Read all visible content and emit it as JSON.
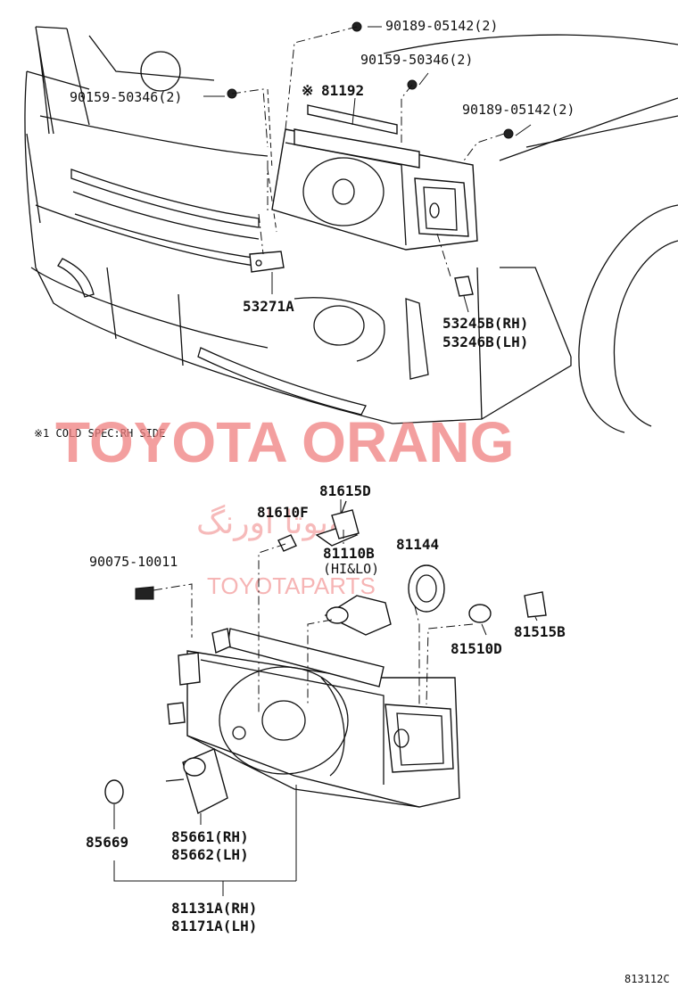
{
  "top_labels": {
    "bolt_upper": "90189-05142(2)",
    "screw_upper": "90159-50346(2)",
    "screw_left": "90159-50346(2)",
    "note_mark": "※",
    "moulding": "81192",
    "bolt_right": "90189-05142(2)",
    "bracket": "53271A",
    "bracket_rh": "53245B(RH)",
    "bracket_lh": "53246B(LH)",
    "cold_spec_note": "※1 COLD SPEC:RH SIDE"
  },
  "bottom_labels": {
    "bulb_main": "81615D",
    "bulb_small": "81610F",
    "bulb_headlamp": "81110B",
    "bulb_headlamp_note": "(HI&LO)",
    "socket_cover": "81144",
    "clip": "90075-10011",
    "socket": "81515B",
    "bulb_side": "81510D",
    "gasket": "85669",
    "actuator_rh": "85661(RH)",
    "actuator_lh": "85662(LH)",
    "assembly_rh": "81131A(RH)",
    "assembly_lh": "81171A(LH)"
  },
  "watermarks": {
    "main": "TOYOTA ORANG",
    "arabic": "تویوتا اورنگ",
    "site": "TOYOTAPARTS"
  },
  "figure_code": "813112C",
  "colors": {
    "line": "#111111",
    "watermark": "#f08080"
  }
}
